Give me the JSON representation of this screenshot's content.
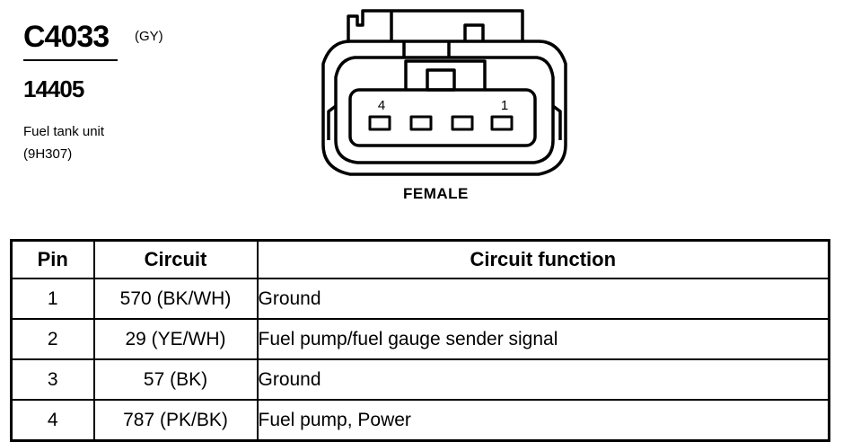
{
  "connector": {
    "id": "C4033",
    "color_code": "(GY)",
    "part_number": "14405",
    "description_lines": [
      "Fuel tank unit",
      "(9H307)"
    ],
    "gender_label": "FEMALE",
    "pin_labels": {
      "first": "4",
      "last": "1"
    }
  },
  "table": {
    "headers": {
      "pin": "Pin",
      "circuit": "Circuit",
      "function": "Circuit function"
    },
    "rows": [
      {
        "pin": "1",
        "circuit": "570 (BK/WH)",
        "function": "Ground"
      },
      {
        "pin": "2",
        "circuit": "29 (YE/WH)",
        "function": "Fuel pump/fuel gauge sender signal"
      },
      {
        "pin": "3",
        "circuit": "57 (BK)",
        "function": "Ground"
      },
      {
        "pin": "4",
        "circuit": "787 (PK/BK)",
        "function": "Fuel pump, Power"
      }
    ]
  }
}
